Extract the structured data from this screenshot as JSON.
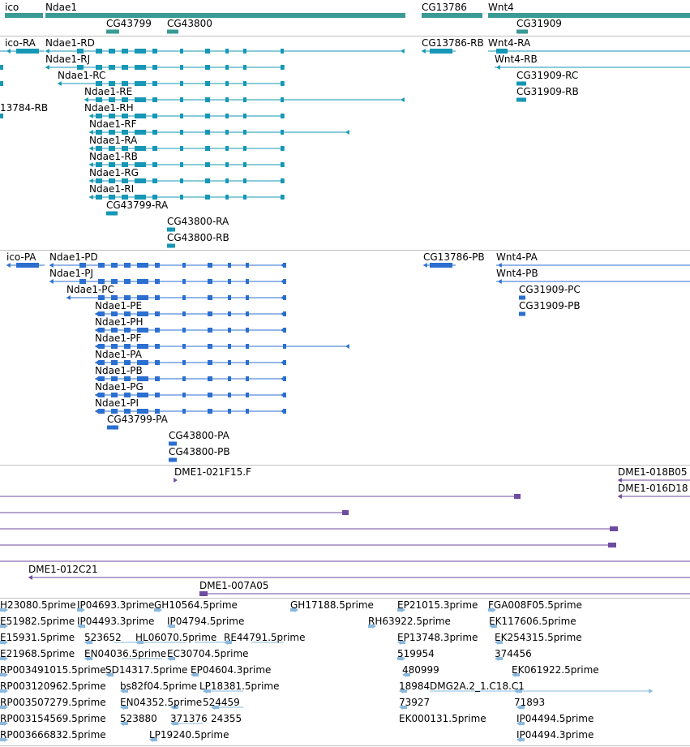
{
  "colors": {
    "gene": "#3a9a94",
    "mrna": "#1597b5",
    "protein": "#2b6fd0",
    "cdna": "#6e4aa0",
    "est": "#8ab8dd",
    "divider": "#c0c0c0"
  },
  "tracks": {
    "genes": [
      "ico",
      "Ndae1",
      "CG43799",
      "CG43800",
      "CG13786",
      "Wnt4",
      "CG31909"
    ],
    "transcripts": [
      "ico-RA",
      "Ndae1-RD",
      "Ndae1-RJ",
      "Ndae1-RC",
      "Ndae1-RE",
      "13784-RB",
      "Ndae1-RH",
      "Ndae1-RF",
      "Ndae1-RA",
      "Ndae1-RB",
      "Ndae1-RG",
      "Ndae1-RI",
      "CG43799-RA",
      "CG43800-RA",
      "CG43800-RB",
      "CG13786-RB",
      "Wnt4-RA",
      "Wnt4-RB",
      "CG31909-RC",
      "CG31909-RB"
    ],
    "proteins": [
      "ico-PA",
      "Ndae1-PD",
      "Ndae1-PJ",
      "Ndae1-PC",
      "Ndae1-PE",
      "Ndae1-PH",
      "Ndae1-PF",
      "Ndae1-PA",
      "Ndae1-PB",
      "Ndae1-PG",
      "Ndae1-PI",
      "CG43799-PA",
      "CG43800-PA",
      "CG43800-PB",
      "CG13786-PB",
      "Wnt4-PA",
      "Wnt4-PB",
      "CG31909-PC",
      "CG31909-PB"
    ],
    "cdnas": [
      "DME1-021F15.F",
      "DME1-018B05",
      "DME1-016D18",
      "DME1-012C21",
      "DME1-007A05"
    ],
    "ests": [
      "H23080.5prime",
      "IP04693.3prime",
      "GH10564.5prime",
      "GH17188.5prime",
      "EP21015.3prime",
      "FGA008F05.5prime",
      "E51982.5prime",
      "IP04493.3prime",
      "IP04794.5prime",
      "RH63922.5prime",
      "EK117606.5prime",
      "E15931.5prime",
      "523652",
      "HL06070.5prime",
      "RE44791.5prime",
      "EP13748.3prime",
      "EK254315.5prime",
      "E21968.5prime",
      "EN04036.5prime",
      "EC30704.5prime",
      "519954",
      "374456",
      "RP003491015.5prime",
      "SD14317.5prime",
      "EP04604.3prime",
      "480999",
      "EK061922.5prime",
      "bs82f04.5prime",
      "LP18381.5prime",
      "18984",
      "DMG2A.2_1.C18.C1",
      "RP003120962.5prime",
      "EN04352.5prime",
      "524459",
      "73927",
      "71893",
      "RP003507279.5prime",
      "523880",
      "371376",
      "24355",
      "EK000131.5prime",
      "IP04494.5prime",
      "RP003154569.5prime",
      "LP19240.5prime",
      "IP04494.3prime",
      "RP003666832.5prime"
    ]
  }
}
